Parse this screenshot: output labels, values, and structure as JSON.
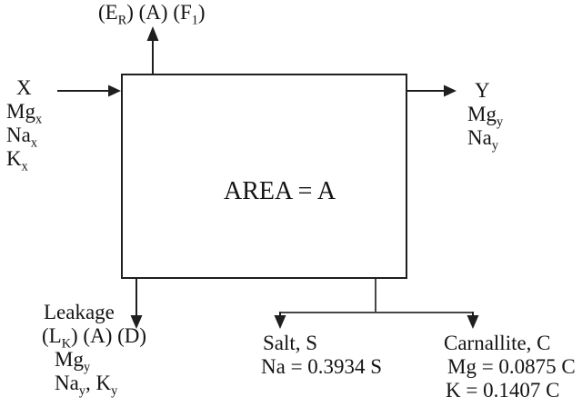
{
  "diagram": {
    "colors": {
      "background": "#ffffff",
      "line": "#1f1f1f",
      "splitter_line": "#474747",
      "text": "#141414"
    },
    "process_box": {
      "label": "AREA = A"
    },
    "overflow_stream": {
      "p1": "(E",
      "s1": "R",
      "p2": ") (A) (F",
      "s2": "1",
      "p3": ")"
    },
    "input_stream": {
      "name": "X",
      "components": [
        {
          "base": "Mg",
          "sub": "x"
        },
        {
          "base": "Na",
          "sub": "x"
        },
        {
          "base": "K",
          "sub": "x"
        }
      ]
    },
    "output_stream": {
      "name": "Y",
      "components": [
        {
          "base": "Mg",
          "sub": "y"
        },
        {
          "base": "Na",
          "sub": "y"
        }
      ]
    },
    "leakage_stream": {
      "title": "Leakage",
      "factors": {
        "p1": "(L",
        "s1": "K",
        "p2": ") (A) (D)"
      },
      "comp1": {
        "base": "Mg",
        "sub": "y"
      },
      "comp2": {
        "p1": "Na",
        "s1": "y",
        "p2": ", K",
        "s2": "y"
      }
    },
    "salt_stream": {
      "title": "Salt, S",
      "na_equation": "Na = 0.3934 S"
    },
    "carnallite_stream": {
      "title": "Carnallite, C",
      "mg_equation": "Mg = 0.0875 C",
      "k_equation": "K = 0.1407 C"
    }
  }
}
